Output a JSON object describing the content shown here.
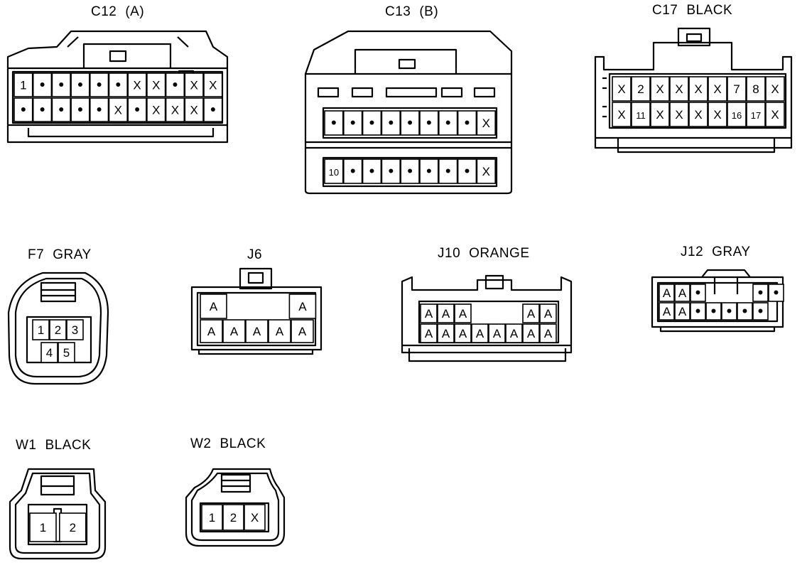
{
  "connectors": [
    {
      "id": "c12",
      "name": "C12",
      "tag": "(A)",
      "rows": [
        [
          "1",
          "•",
          "•",
          "•",
          "•",
          "•",
          "X",
          "X",
          "•",
          "X",
          "X"
        ],
        [
          "•",
          "•",
          "•",
          "•",
          "•",
          "X",
          "•",
          "X",
          "X",
          "X",
          "•"
        ]
      ]
    },
    {
      "id": "c13",
      "name": "C13",
      "tag": "(B)",
      "rows": [
        [
          "•",
          "•",
          "•",
          "•",
          "•",
          "•",
          "•",
          "•",
          "X"
        ],
        [
          "10",
          "•",
          "•",
          "•",
          "•",
          "•",
          "•",
          "•",
          "X"
        ]
      ]
    },
    {
      "id": "c17",
      "name": "C17",
      "tag": "BLACK",
      "rows": [
        [
          "X",
          "2",
          "X",
          "X",
          "X",
          "X",
          "7",
          "8",
          "X"
        ],
        [
          "X",
          "11",
          "X",
          "X",
          "X",
          "X",
          "16",
          "17",
          "X"
        ]
      ]
    },
    {
      "id": "f7",
      "name": "F7",
      "tag": "GRAY",
      "rows": [
        [
          "1",
          "2",
          "3"
        ],
        [
          "4",
          "5"
        ]
      ]
    },
    {
      "id": "j6",
      "name": "J6",
      "tag": "",
      "rows": [
        [
          "A",
          "A"
        ],
        [
          "A",
          "A",
          "A",
          "A",
          "A"
        ]
      ]
    },
    {
      "id": "j10",
      "name": "J10",
      "tag": "ORANGE",
      "rows": [
        [
          "A",
          "A",
          "A",
          "A",
          "A"
        ],
        [
          "A",
          "A",
          "A",
          "A",
          "A",
          "A",
          "A",
          "A"
        ]
      ]
    },
    {
      "id": "j12",
      "name": "J12",
      "tag": "GRAY",
      "rows": [
        [
          "A",
          "A",
          "•",
          "•",
          "•"
        ],
        [
          "A",
          "A",
          "•",
          "•",
          "•",
          "•",
          "•"
        ]
      ]
    },
    {
      "id": "w1",
      "name": "W1",
      "tag": "BLACK",
      "rows": [
        [
          "1",
          "2"
        ]
      ]
    },
    {
      "id": "w2",
      "name": "W2",
      "tag": "BLACK",
      "rows": [
        [
          "1",
          "2",
          "X"
        ]
      ]
    }
  ]
}
